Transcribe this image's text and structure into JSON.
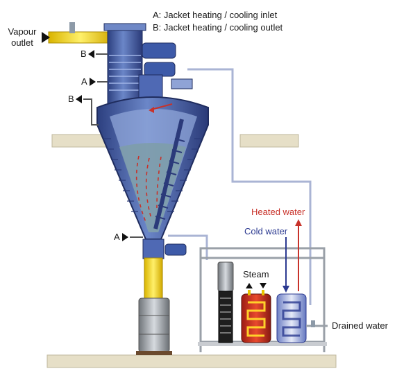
{
  "legend": {
    "a": "A: Jacket heating / cooling inlet",
    "b": "B: Jacket heating / cooling  outlet"
  },
  "labels": {
    "vapour_line1": "Vapour",
    "vapour_line2": "outlet",
    "a_marker": "A",
    "b_marker": "B",
    "heated_water": "Heated water",
    "cold_water": "Cold water",
    "steam": "Steam",
    "drained_water": "Drained water"
  },
  "colors": {
    "vessel_blue": "#3d5aa8",
    "jacket_blue": "#5b74b8",
    "steam_pipe_yellow": "#f2d21c",
    "heated_red": "#c8322a",
    "cold_blue": "#2b3990"
  }
}
